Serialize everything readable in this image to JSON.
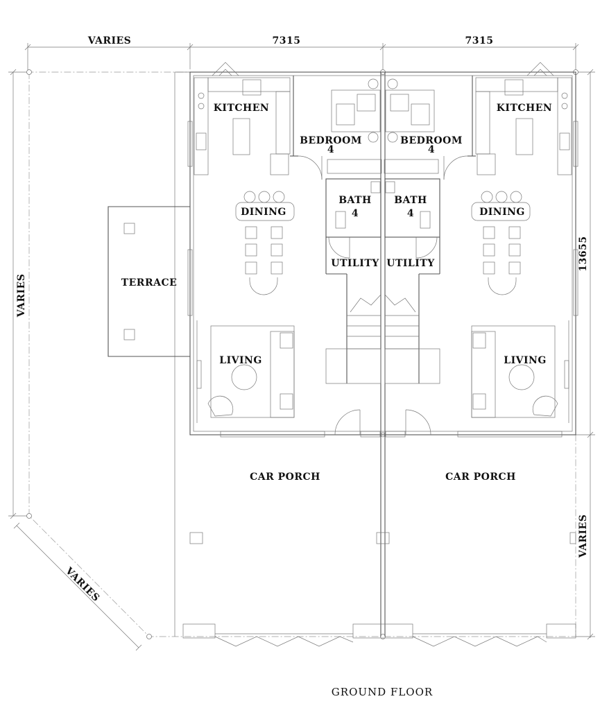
{
  "drawing": {
    "title": "GROUND FLOOR"
  },
  "dimensions": {
    "top_left": "VARIES",
    "top_mid": "7315",
    "top_right": "7315",
    "right_upper": "13655",
    "right_lower": "VARIES",
    "left": "VARIES",
    "diagonal": "VARIES"
  },
  "rooms": {
    "kitchen_left": "KITCHEN",
    "kitchen_right": "KITCHEN",
    "bedroom_left": "BEDROOM",
    "bedroom_left_no": "4",
    "bedroom_right": "BEDROOM",
    "bedroom_right_no": "4",
    "bath_left": "BATH",
    "bath_left_no": "4",
    "bath_right": "BATH",
    "bath_right_no": "4",
    "dining_left": "DINING",
    "dining_right": "DINING",
    "utility_left": "UTILITY",
    "utility_right": "UTILITY",
    "terrace": "TERRACE",
    "living_left": "LIVING",
    "living_right": "LIVING",
    "porch_left": "CAR PORCH",
    "porch_right": "CAR PORCH"
  }
}
